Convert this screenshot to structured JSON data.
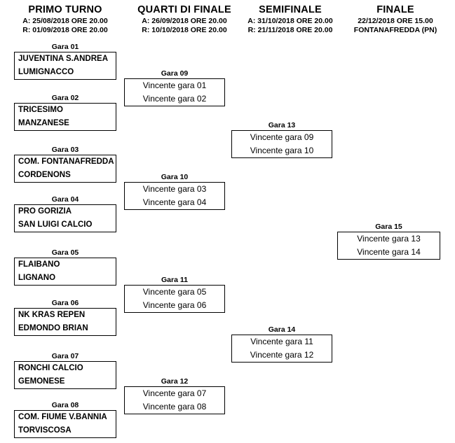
{
  "rounds": [
    {
      "id": "primo-turno",
      "title": "PRIMO TURNO",
      "line1": "A: 25/08/2018 ORE 20.00",
      "line2": "R: 01/09/2018 ORE 20.00"
    },
    {
      "id": "quarti-di-finale",
      "title": "QUARTI DI FINALE",
      "line1": "A: 26/09/2018 ORE 20.00",
      "line2": "R: 10/10/2018 ORE 20.00"
    },
    {
      "id": "semifinale",
      "title": "SEMIFINALE",
      "line1": "A: 31/10/2018 ORE 20.00",
      "line2": "R: 21/11/2018 ORE 20.00"
    },
    {
      "id": "finale",
      "title": "FINALE",
      "line1": "22/12/2018 ORE 15.00",
      "line2": "FONTANAFREDDA (PN)"
    }
  ],
  "matches": {
    "m01": {
      "label": "Gara 01",
      "home": "JUVENTINA S.ANDREA",
      "away": "LUMIGNACCO"
    },
    "m02": {
      "label": "Gara 02",
      "home": "TRICESIMO",
      "away": "MANZANESE"
    },
    "m03": {
      "label": "Gara 03",
      "home": "COM. FONTANAFREDDA",
      "away": "CORDENONS"
    },
    "m04": {
      "label": "Gara 04",
      "home": "PRO GORIZIA",
      "away": "SAN LUIGI CALCIO"
    },
    "m05": {
      "label": "Gara 05",
      "home": "FLAIBANO",
      "away": "LIGNANO"
    },
    "m06": {
      "label": "Gara 06",
      "home": "NK KRAS REPEN",
      "away": "EDMONDO BRIAN"
    },
    "m07": {
      "label": "Gara 07",
      "home": "RONCHI CALCIO",
      "away": "GEMONESE"
    },
    "m08": {
      "label": "Gara 08",
      "home": "COM. FIUME V.BANNIA",
      "away": "TORVISCOSA"
    },
    "m09": {
      "label": "Gara 09",
      "home": "Vincente gara 01",
      "away": "Vincente gara 02"
    },
    "m10": {
      "label": "Gara 10",
      "home": "Vincente gara 03",
      "away": "Vincente gara 04"
    },
    "m11": {
      "label": "Gara 11",
      "home": "Vincente gara 05",
      "away": "Vincente gara 06"
    },
    "m12": {
      "label": "Gara 12",
      "home": "Vincente gara 07",
      "away": "Vincente gara 08"
    },
    "m13": {
      "label": "Gara 13",
      "home": "Vincente gara 09",
      "away": "Vincente gara 10"
    },
    "m14": {
      "label": "Gara 14",
      "home": "Vincente gara 11",
      "away": "Vincente gara 12"
    },
    "m15": {
      "label": "Gara 15",
      "home": "Vincente gara 13",
      "away": "Vincente gara 14"
    }
  },
  "colors": {
    "background": "#ffffff",
    "text": "#000000",
    "box_border": "#000000"
  }
}
